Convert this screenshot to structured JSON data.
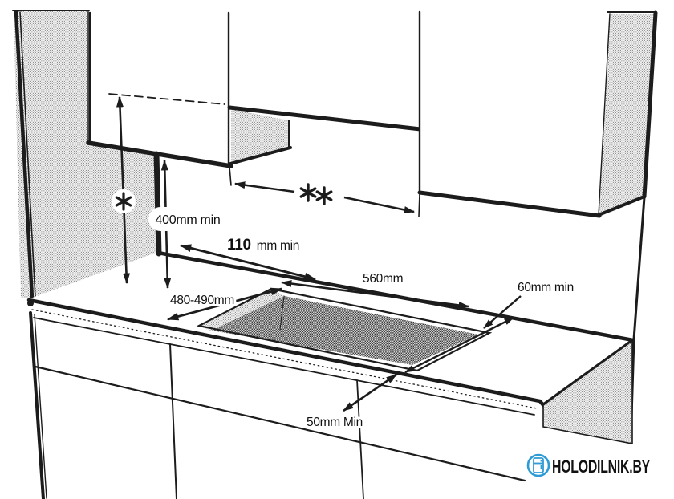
{
  "diagram": {
    "type": "installation-clearance-diagram",
    "subject": "built-in hob worktop cutout with cooker hood clearances",
    "line_color": "#1c1c1c",
    "labels": {
      "star": "*",
      "double_star": "**",
      "hood_clearance": "400mm min",
      "wall_gap_value": "110",
      "wall_gap_unit": " mm min",
      "cutout_depth": "480-490mm",
      "cutout_width": "560mm",
      "rear_clearance": "60mm min",
      "front_clearance": "50mm Min"
    },
    "watermark": {
      "text": "HOLODILNIK.BY",
      "color": "#2E9BD4"
    }
  }
}
